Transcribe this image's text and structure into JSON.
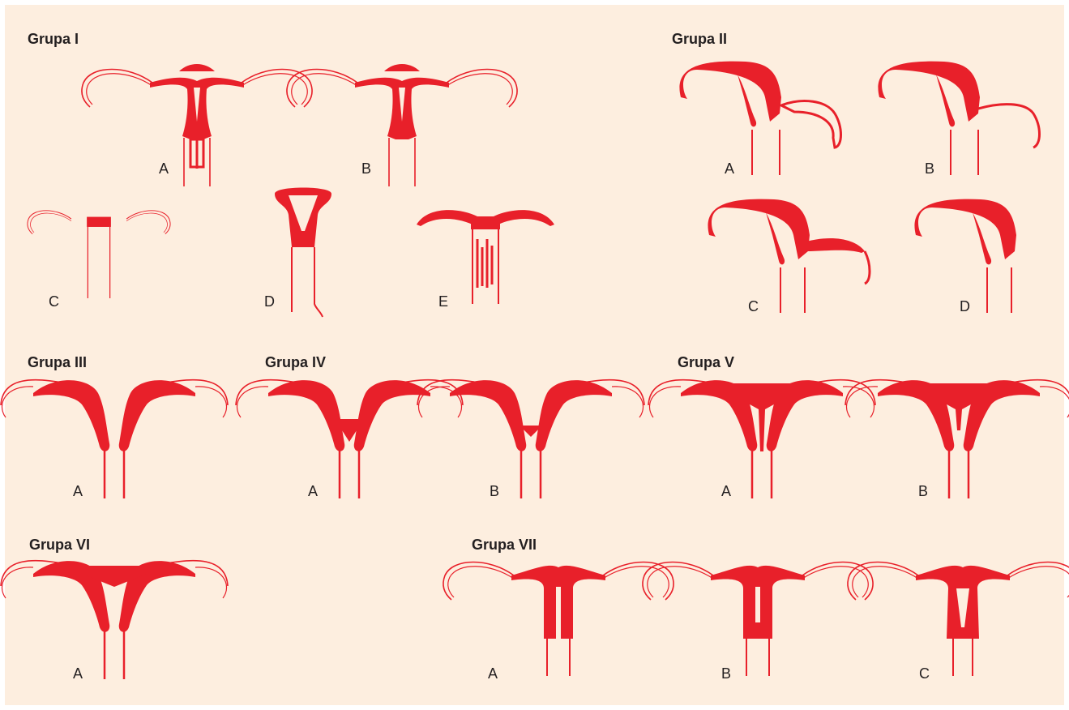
{
  "colors": {
    "background": "#fdeedf",
    "tissue": "#e8202a",
    "text": "#231f20"
  },
  "groups": [
    {
      "title": "Grupa I",
      "variants": [
        "A",
        "B",
        "C",
        "D",
        "E"
      ]
    },
    {
      "title": "Grupa II",
      "variants": [
        "A",
        "B",
        "C",
        "D"
      ]
    },
    {
      "title": "Grupa III",
      "variants": [
        "A"
      ]
    },
    {
      "title": "Grupa IV",
      "variants": [
        "A",
        "B"
      ]
    },
    {
      "title": "Grupa V",
      "variants": [
        "A",
        "B"
      ]
    },
    {
      "title": "Grupa VI",
      "variants": [
        "A"
      ]
    },
    {
      "title": "Grupa VII",
      "variants": [
        "A",
        "B",
        "C"
      ]
    }
  ]
}
